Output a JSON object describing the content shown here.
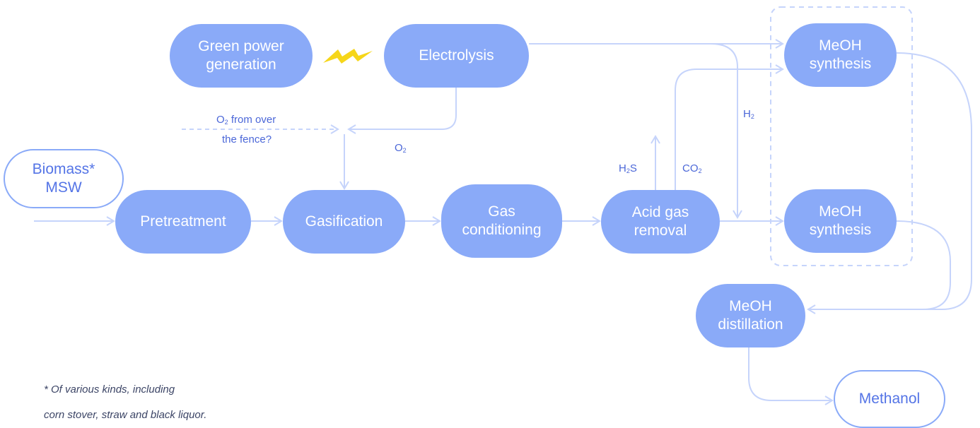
{
  "nodes": {
    "green_power": "Green power\ngeneration",
    "electrolysis": "Electrolysis",
    "biomass": "Biomass*\nMSW",
    "pretreatment": "Pretreatment",
    "gasification": "Gasification",
    "gas_conditioning": "Gas\nconditioning",
    "acid_gas_removal": "Acid gas\nremoval",
    "meoh_synthesis_top": "MeOH\nsynthesis",
    "meoh_synthesis_bottom": "MeOH\nsynthesis",
    "meoh_distillation": "MeOH\ndistillation",
    "methanol": "Methanol"
  },
  "labels": {
    "o2_over_fence": {
      "line1_pre": "O",
      "line1_sub": "2",
      "line1_post": " from over",
      "line2": "the fence?"
    },
    "o2": {
      "main": "O",
      "sub": "2"
    },
    "h2s": {
      "pre": "H",
      "sub": "2",
      "post": "S"
    },
    "co2": {
      "main": "CO",
      "sub": "2"
    },
    "h2": {
      "main": "H",
      "sub": "2"
    }
  },
  "footnote": {
    "line1": "* Of various kinds, including",
    "line2": "corn stover, straw and black liquor."
  },
  "colors": {
    "node_fill": "#8aaaf8",
    "line": "#c6d4fb",
    "label_text": "#4b67d8",
    "lightning": "#f6d61a"
  }
}
